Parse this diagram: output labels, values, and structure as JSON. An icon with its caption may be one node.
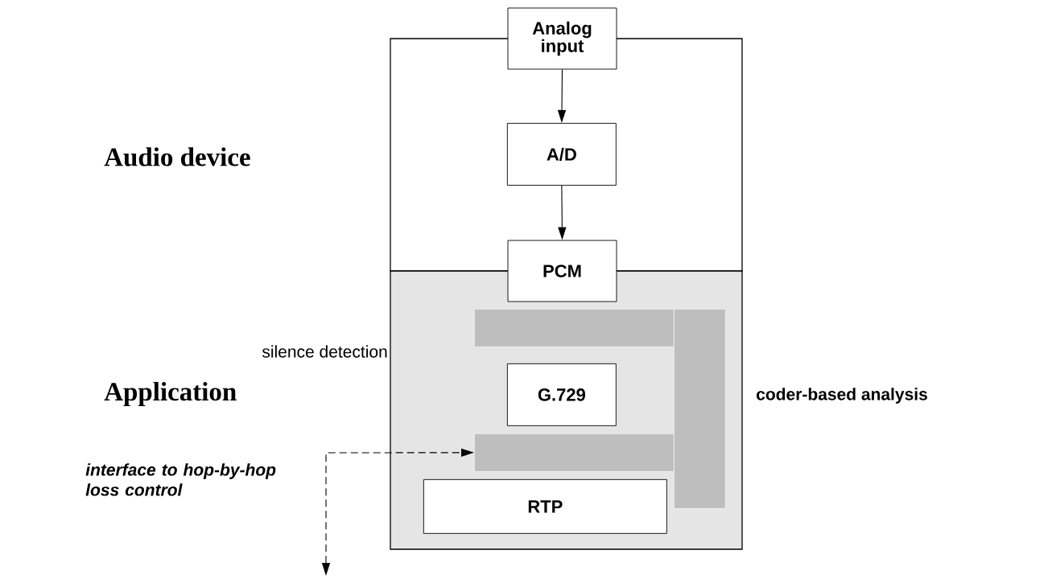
{
  "diagram": {
    "nodes": [
      {
        "text": [],
        "shape": "box"
      },
      {
        "text": [],
        "shape": "box"
      },
      {
        "text": [
          "Analog input"
        ]
      },
      {
        "text": [
          "A/D"
        ],
        "in": 0
      },
      {
        "text": [
          "PCM"
        ]
      },
      {
        "text": [],
        "shape": "bar",
        "in": 1
      },
      {
        "text": [],
        "shape": "bar",
        "in": 1
      },
      {
        "text": [
          "G.729"
        ],
        "in": 1
      },
      {
        "text": [],
        "shape": "bar",
        "in": 1
      },
      {
        "text": [
          "RTP"
        ],
        "in": 1
      }
    ],
    "edges": [
      {
        "from": 2,
        "to": 3,
        "arrow": "to"
      },
      {
        "from": 3,
        "to": 4,
        "arrow": "to"
      },
      {
        "from": null,
        "to": 8,
        "arrow": "both",
        "style": "dashed"
      }
    ],
    "labels": [
      "Audio device",
      "silence detection",
      "Application",
      "coder-based analysis",
      "interface to hop-by-hop loss control"
    ]
  }
}
